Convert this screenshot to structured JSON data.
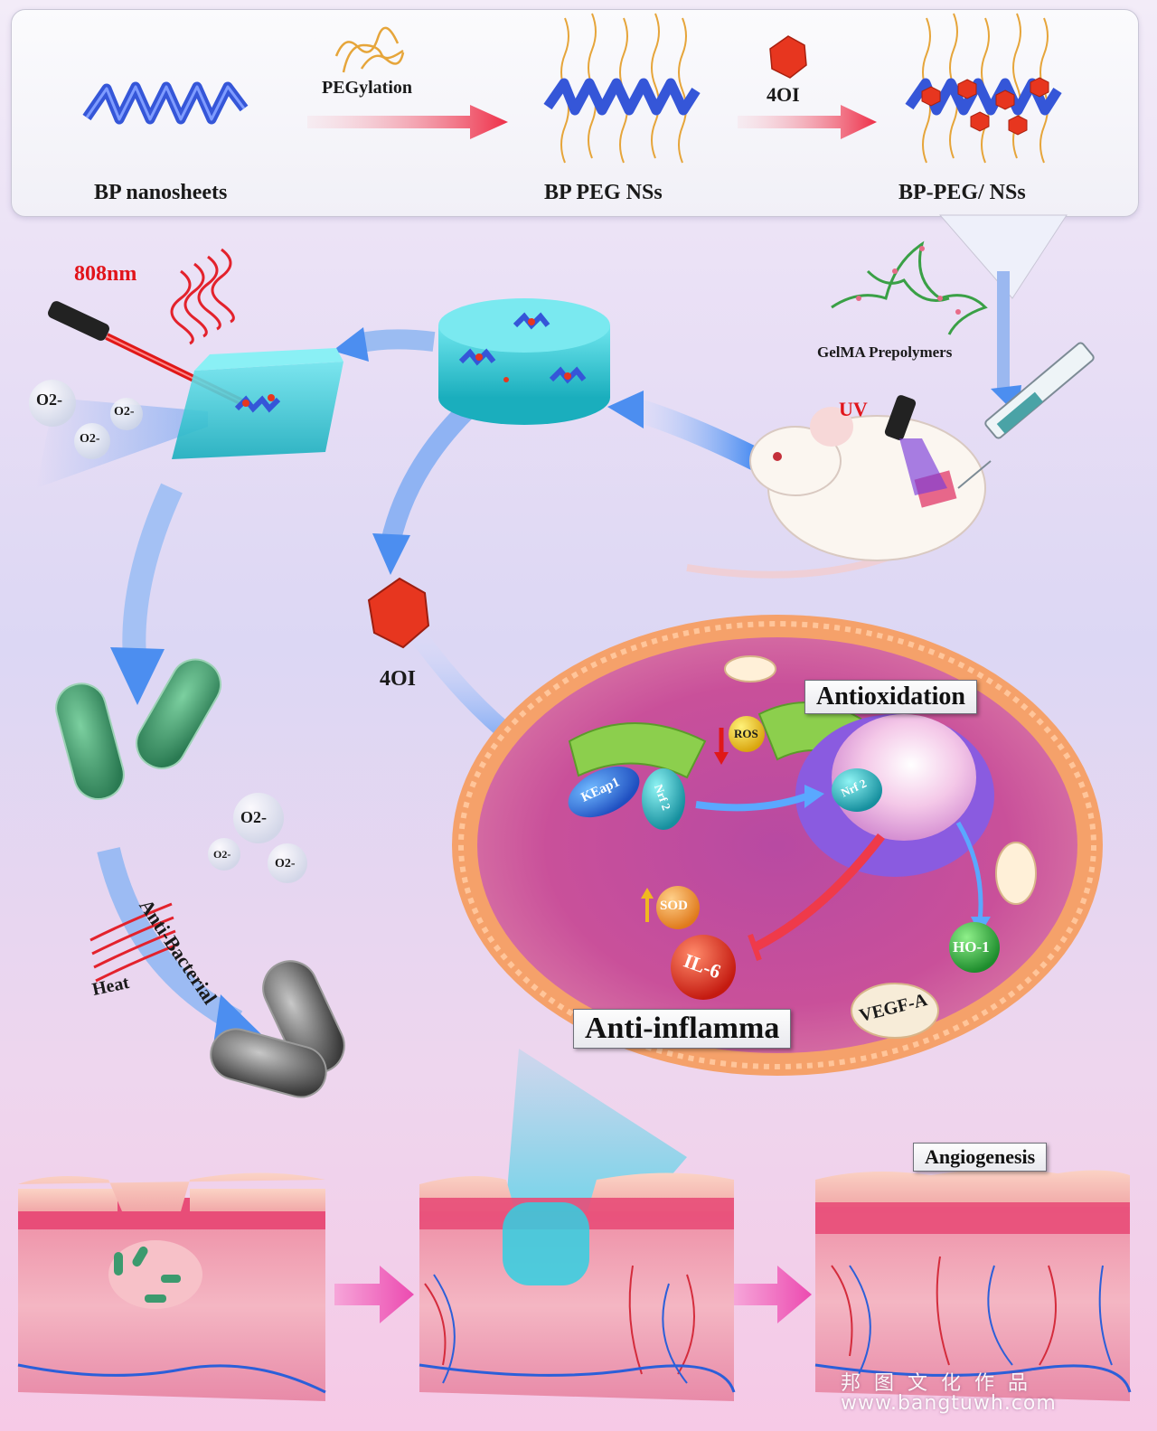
{
  "top_panel": {
    "label_bp": "BP nanosheets",
    "label_pegylation": "PEGylation",
    "label_bp_peg": "BP PEG NSs",
    "label_4oi": "4OI",
    "label_bp_peg4oi": "BP-PEG/ NSs"
  },
  "middle": {
    "laser_label": "808nm",
    "superoxide": "O2-",
    "gelma_label": "GelMA Prepolymers",
    "uv_label": "UV",
    "drug_label": "4OI",
    "anti_bacterial": "Anti-Bacterial",
    "heat_label": "Heat"
  },
  "cell": {
    "antioxidation": "Antioxidation",
    "anti_inflamma": "Anti-inflamma",
    "ros": "ROS",
    "keap1": "KEap1",
    "nrf2_cyto": "Nrf 2",
    "nrf2_nuc": "Nrf 2",
    "sod": "SOD",
    "il6": "IL-6",
    "ho1": "HO-1",
    "vegfa": "VEGF-A"
  },
  "bottom": {
    "angiogenesis": "Angiogenesis"
  },
  "watermark": {
    "cn": "邦 图 文 化 作 品",
    "url": "www.bangtuwh.com"
  },
  "colors": {
    "hydrogel": "#3fd0dc",
    "arrow_blue": "#4c8ef0",
    "arrow_red": "#ee2f48",
    "membrane": "#f39a5c",
    "cytoplasm": "#c9509a",
    "bacteria_live": "#3c9a6e",
    "bacteria_dead": "#6a6a6a",
    "skin": "#f4a9b8"
  }
}
